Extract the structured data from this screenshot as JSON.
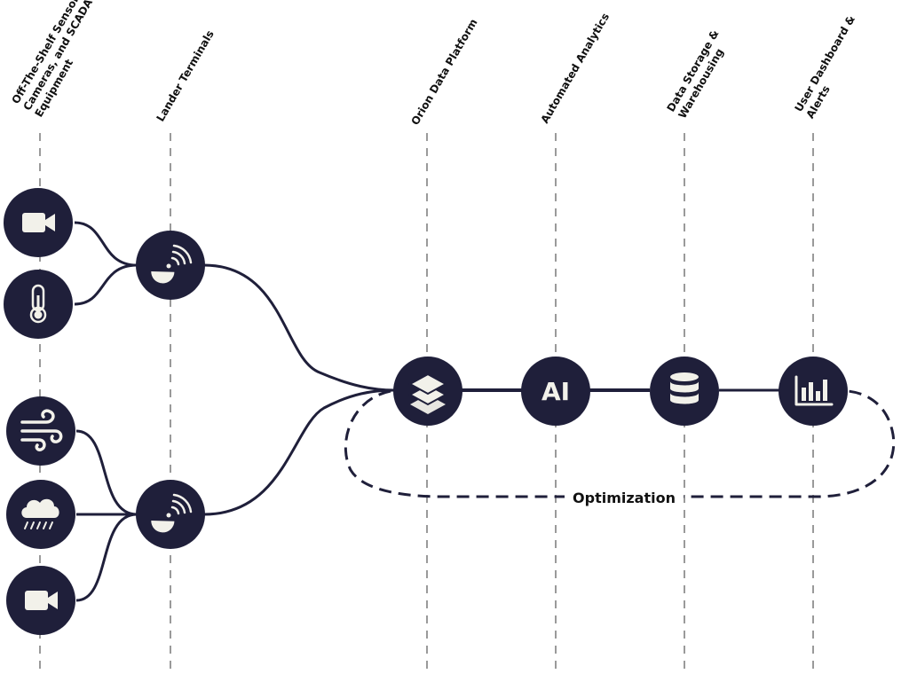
{
  "columns": [
    {
      "id": "sensors",
      "label_lines": [
        "Off-The-Shelf Sensors,",
        "Cameras, and SCADA",
        "Equipment"
      ]
    },
    {
      "id": "lander",
      "label_lines": [
        "Lander Terminals"
      ]
    },
    {
      "id": "orion",
      "label_lines": [
        "Orion Data Platform"
      ]
    },
    {
      "id": "analytics",
      "label_lines": [
        "Automated Analytics"
      ]
    },
    {
      "id": "storage",
      "label_lines": [
        "Data Storage &",
        "Warehousing"
      ]
    },
    {
      "id": "dashboard",
      "label_lines": [
        "User Dashboard &",
        "Alerts"
      ]
    }
  ],
  "sensor_nodes": [
    {
      "icon": "video-camera-icon"
    },
    {
      "icon": "thermometer-icon"
    },
    {
      "icon": "wind-icon"
    },
    {
      "icon": "rain-cloud-icon"
    },
    {
      "icon": "video-camera-icon"
    }
  ],
  "lander_nodes": [
    {
      "icon": "satellite-dish-icon"
    },
    {
      "icon": "satellite-dish-icon"
    }
  ],
  "pipeline_nodes": [
    {
      "icon": "layers-icon",
      "text": ""
    },
    {
      "icon": "ai-icon",
      "text": "AI"
    },
    {
      "icon": "database-icon",
      "text": ""
    },
    {
      "icon": "bar-chart-icon",
      "text": ""
    }
  ],
  "loop_label": "Optimization",
  "colors": {
    "node": "#1f1f3a",
    "icon": "#f2f1ea",
    "guide": "#9a9a9a",
    "text": "#111111"
  }
}
